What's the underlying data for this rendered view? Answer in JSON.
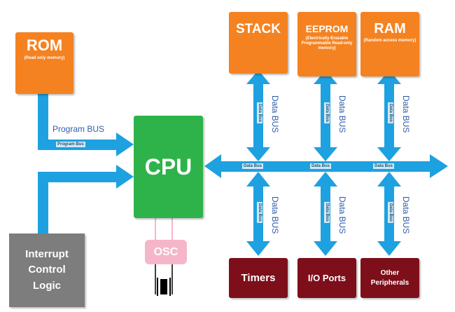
{
  "nodes": {
    "rom": {
      "title": "ROM",
      "subtitle": "(Read only memory)"
    },
    "stack": {
      "title": "STACK"
    },
    "eeprom": {
      "title": "EEPROM",
      "subtitle": "(Electrically-Erasable Programmable Read-only memory)"
    },
    "ram": {
      "title": "RAM",
      "subtitle": "(Random access memory)"
    },
    "cpu": {
      "title": "CPU"
    },
    "osc": {
      "title": "OSC"
    },
    "interrupt": {
      "line1": "Interrupt",
      "line2": "Control",
      "line3": "Logic"
    },
    "timers": {
      "title": "Timers"
    },
    "io_ports": {
      "title": "I/O Ports"
    },
    "other": {
      "line1": "Other",
      "line2": "Peripherals"
    }
  },
  "labels": {
    "program_bus_side": "Program BUS",
    "program_bus_inner": "Program Bus",
    "data_bus_inner": "Data Bus",
    "data_bus_side": "Data BUS"
  },
  "colors": {
    "orange": "#f58220",
    "green": "#2db34a",
    "dark_red": "#7d0f1a",
    "gray": "#7d7d7d",
    "pink": "#f6b6c9",
    "bus_blue": "#1ea1e0"
  }
}
